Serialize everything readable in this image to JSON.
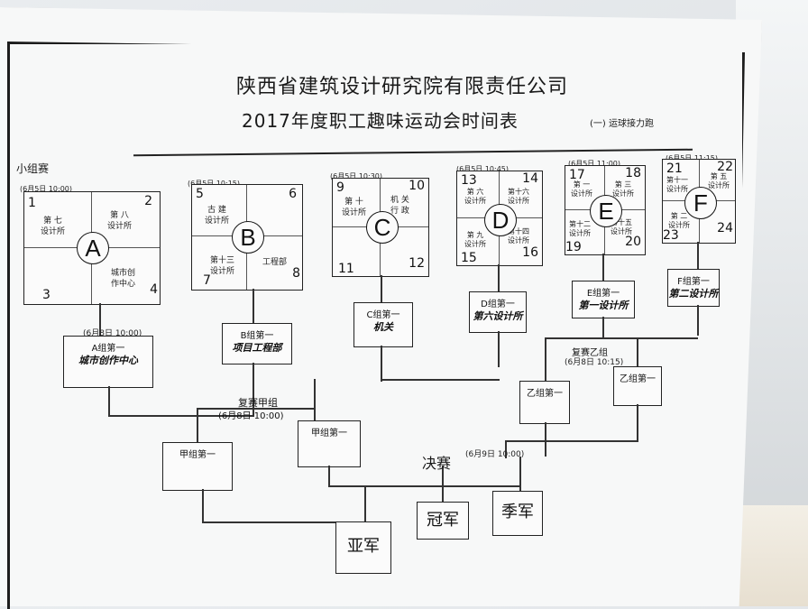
{
  "title_line1": "陕西省建筑设计研究院有限责任公司",
  "title_line2": "2017年度职工趣味运动会时间表",
  "subtag": "(一) 运球接力跑",
  "section_label": "小组赛",
  "groups": [
    {
      "letter": "A",
      "date": "(6月5日 10:00)",
      "nums": [
        "1",
        "2",
        "3",
        "4"
      ],
      "teams": [
        "第 七\n设计所",
        "第 八\n设计所",
        "城市创\n作中心"
      ]
    },
    {
      "letter": "B",
      "date": "(6月5日 10:15)",
      "nums": [
        "5",
        "6",
        "7",
        "8"
      ],
      "teams": [
        "古 建\n设计所",
        "第十三\n设计所",
        "工程部"
      ]
    },
    {
      "letter": "C",
      "date": "(6月5日 10:30)",
      "nums": [
        "9",
        "10",
        "11",
        "12"
      ],
      "teams": [
        "第 十\n设计所",
        "机 关\n行 政"
      ]
    },
    {
      "letter": "D",
      "date": "(6月5日 10:45)",
      "nums": [
        "13",
        "14",
        "15",
        "16"
      ],
      "teams": [
        "第 六\n设计所",
        "第十六\n设计所",
        "第 九\n设计所",
        "第十四\n设计所"
      ]
    },
    {
      "letter": "E",
      "date": "(6月5日 11:00)",
      "nums": [
        "17",
        "18",
        "19",
        "20"
      ],
      "teams": [
        "第 一\n设计所",
        "第 三\n设计所",
        "第十二\n设计所",
        "第十五\n设计所"
      ]
    },
    {
      "letter": "F",
      "date": "(6月5日 11:15)",
      "nums": [
        "21",
        "22",
        "23",
        "24"
      ],
      "teams": [
        "第十一\n设计所",
        "第 五\n设计所",
        "第 二\n设计所"
      ]
    }
  ],
  "group_winners": [
    {
      "label": "A组第一",
      "hand": "城市创作中心"
    },
    {
      "label": "B组第一",
      "hand": "项目工程部"
    },
    {
      "label": "C组第一",
      "hand": "机关"
    },
    {
      "label": "D组第一",
      "hand": "第六设计所"
    },
    {
      "label": "E组第一",
      "hand": "第一设计所"
    },
    {
      "label": "F组第一",
      "hand": "第二设计所"
    }
  ],
  "awinner_date": "(6月8日 10:00)",
  "semi_a": {
    "title": "复赛甲组",
    "date": "(6月8日 10:00)",
    "slots": [
      "甲组第一",
      "甲组第一"
    ]
  },
  "semi_b": {
    "title": "复赛乙组",
    "date": "(6月8日 10:15)",
    "slots": [
      "乙组第一",
      "乙组第一"
    ]
  },
  "final": {
    "title": "决赛",
    "date": "(6月9日 10:00)",
    "places": [
      "亚军",
      "冠军",
      "季军"
    ]
  }
}
